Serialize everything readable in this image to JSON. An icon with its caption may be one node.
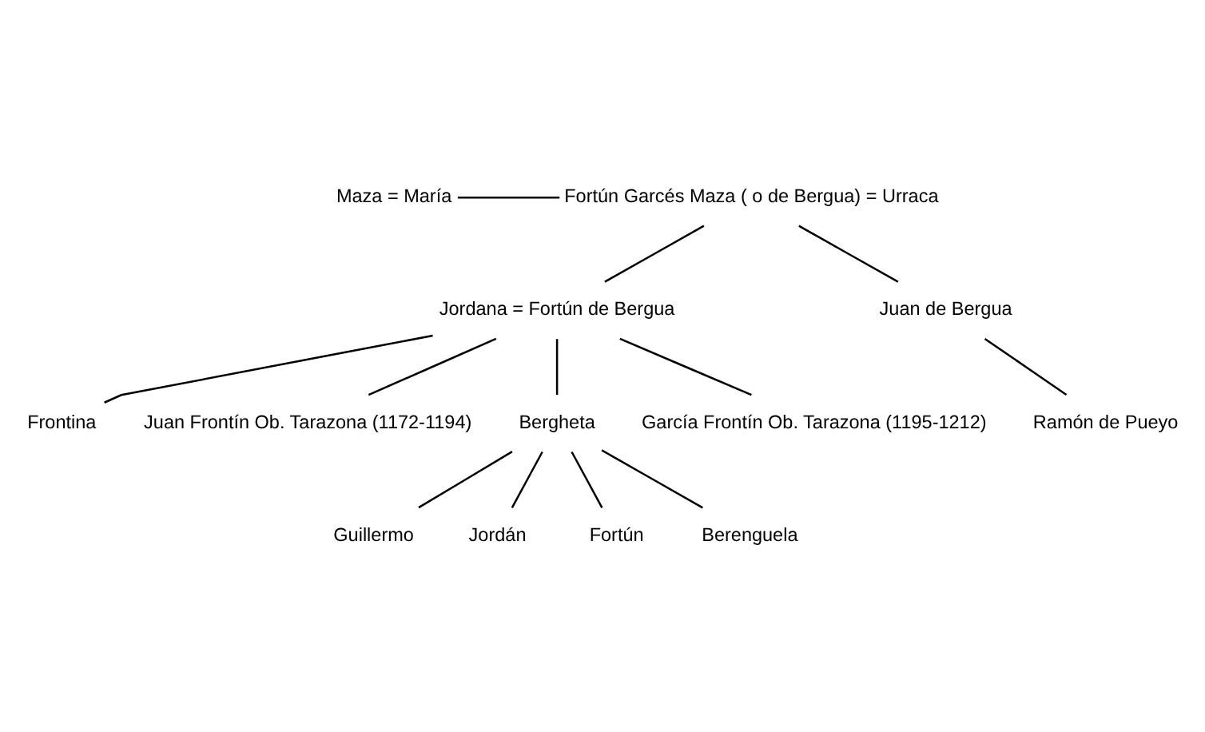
{
  "diagram": {
    "nodes": [
      {
        "text": [
          "Maza = María"
        ]
      },
      {
        "text": [
          "Fortún Garcés Maza ( o de Bergua) = Urraca"
        ]
      },
      {
        "text": [
          "Jordana = Fortún de Bergua"
        ]
      },
      {
        "text": [
          "Juan de Bergua"
        ]
      },
      {
        "text": [
          "Frontina"
        ]
      },
      {
        "text": [
          "Juan Frontín Ob. Tarazona (1172-1194)"
        ]
      },
      {
        "text": [
          "Bergheta"
        ]
      },
      {
        "text": [
          "García Frontín Ob. Tarazona (1195-1212)"
        ]
      },
      {
        "text": [
          "Ramón de Pueyo"
        ]
      },
      {
        "text": [
          "Guillermo"
        ]
      },
      {
        "text": [
          "Jordán"
        ]
      },
      {
        "text": [
          "Fortún"
        ]
      },
      {
        "text": [
          "Berenguela"
        ]
      }
    ],
    "edges": [
      {
        "from": 0,
        "to": 1,
        "arrow": "none"
      },
      {
        "from": 1,
        "to": 2,
        "arrow": "none"
      },
      {
        "from": 1,
        "to": 3,
        "arrow": "none"
      },
      {
        "from": 2,
        "to": 4,
        "arrow": "none"
      },
      {
        "from": 2,
        "to": 5,
        "arrow": "none"
      },
      {
        "from": 2,
        "to": 6,
        "arrow": "none"
      },
      {
        "from": 2,
        "to": 7,
        "arrow": "none"
      },
      {
        "from": 3,
        "to": 8,
        "arrow": "none"
      },
      {
        "from": 6,
        "to": 9,
        "arrow": "none"
      },
      {
        "from": 6,
        "to": 10,
        "arrow": "none"
      },
      {
        "from": 6,
        "to": 11,
        "arrow": "none"
      },
      {
        "from": 6,
        "to": 12,
        "arrow": "none"
      }
    ]
  }
}
